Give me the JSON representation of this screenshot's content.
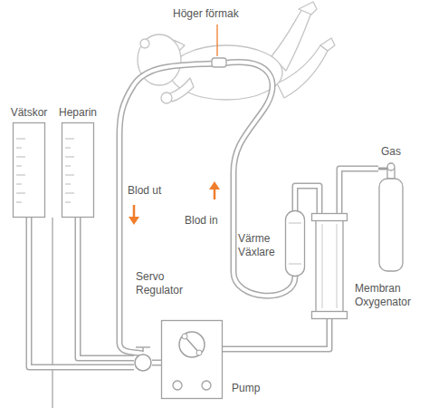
{
  "diagram": {
    "nodes": [
      {
        "text": [
          "Vätskor"
        ]
      },
      {
        "text": [
          "Heparin"
        ]
      },
      {
        "text": [
          "Servo Regulator"
        ]
      },
      {
        "text": [
          "Pump"
        ]
      },
      {
        "text": [
          "Värme Växlare"
        ]
      },
      {
        "text": [
          "Membran Oxygenator"
        ]
      },
      {
        "text": [
          "Gas"
        ]
      }
    ],
    "edges": [
      {
        "from": 0,
        "to": 2,
        "arrow": "none"
      },
      {
        "from": 1,
        "to": 2,
        "arrow": "none"
      },
      {
        "from": 2,
        "to": 3,
        "arrow": "none"
      },
      {
        "from": 3,
        "to": 5,
        "arrow": "none"
      },
      {
        "from": 5,
        "to": 4,
        "arrow": "none"
      },
      {
        "from": 6,
        "to": 5,
        "arrow": "none"
      }
    ],
    "labels": [
      "Höger förmak",
      "Blod ut",
      "Blod in"
    ]
  }
}
